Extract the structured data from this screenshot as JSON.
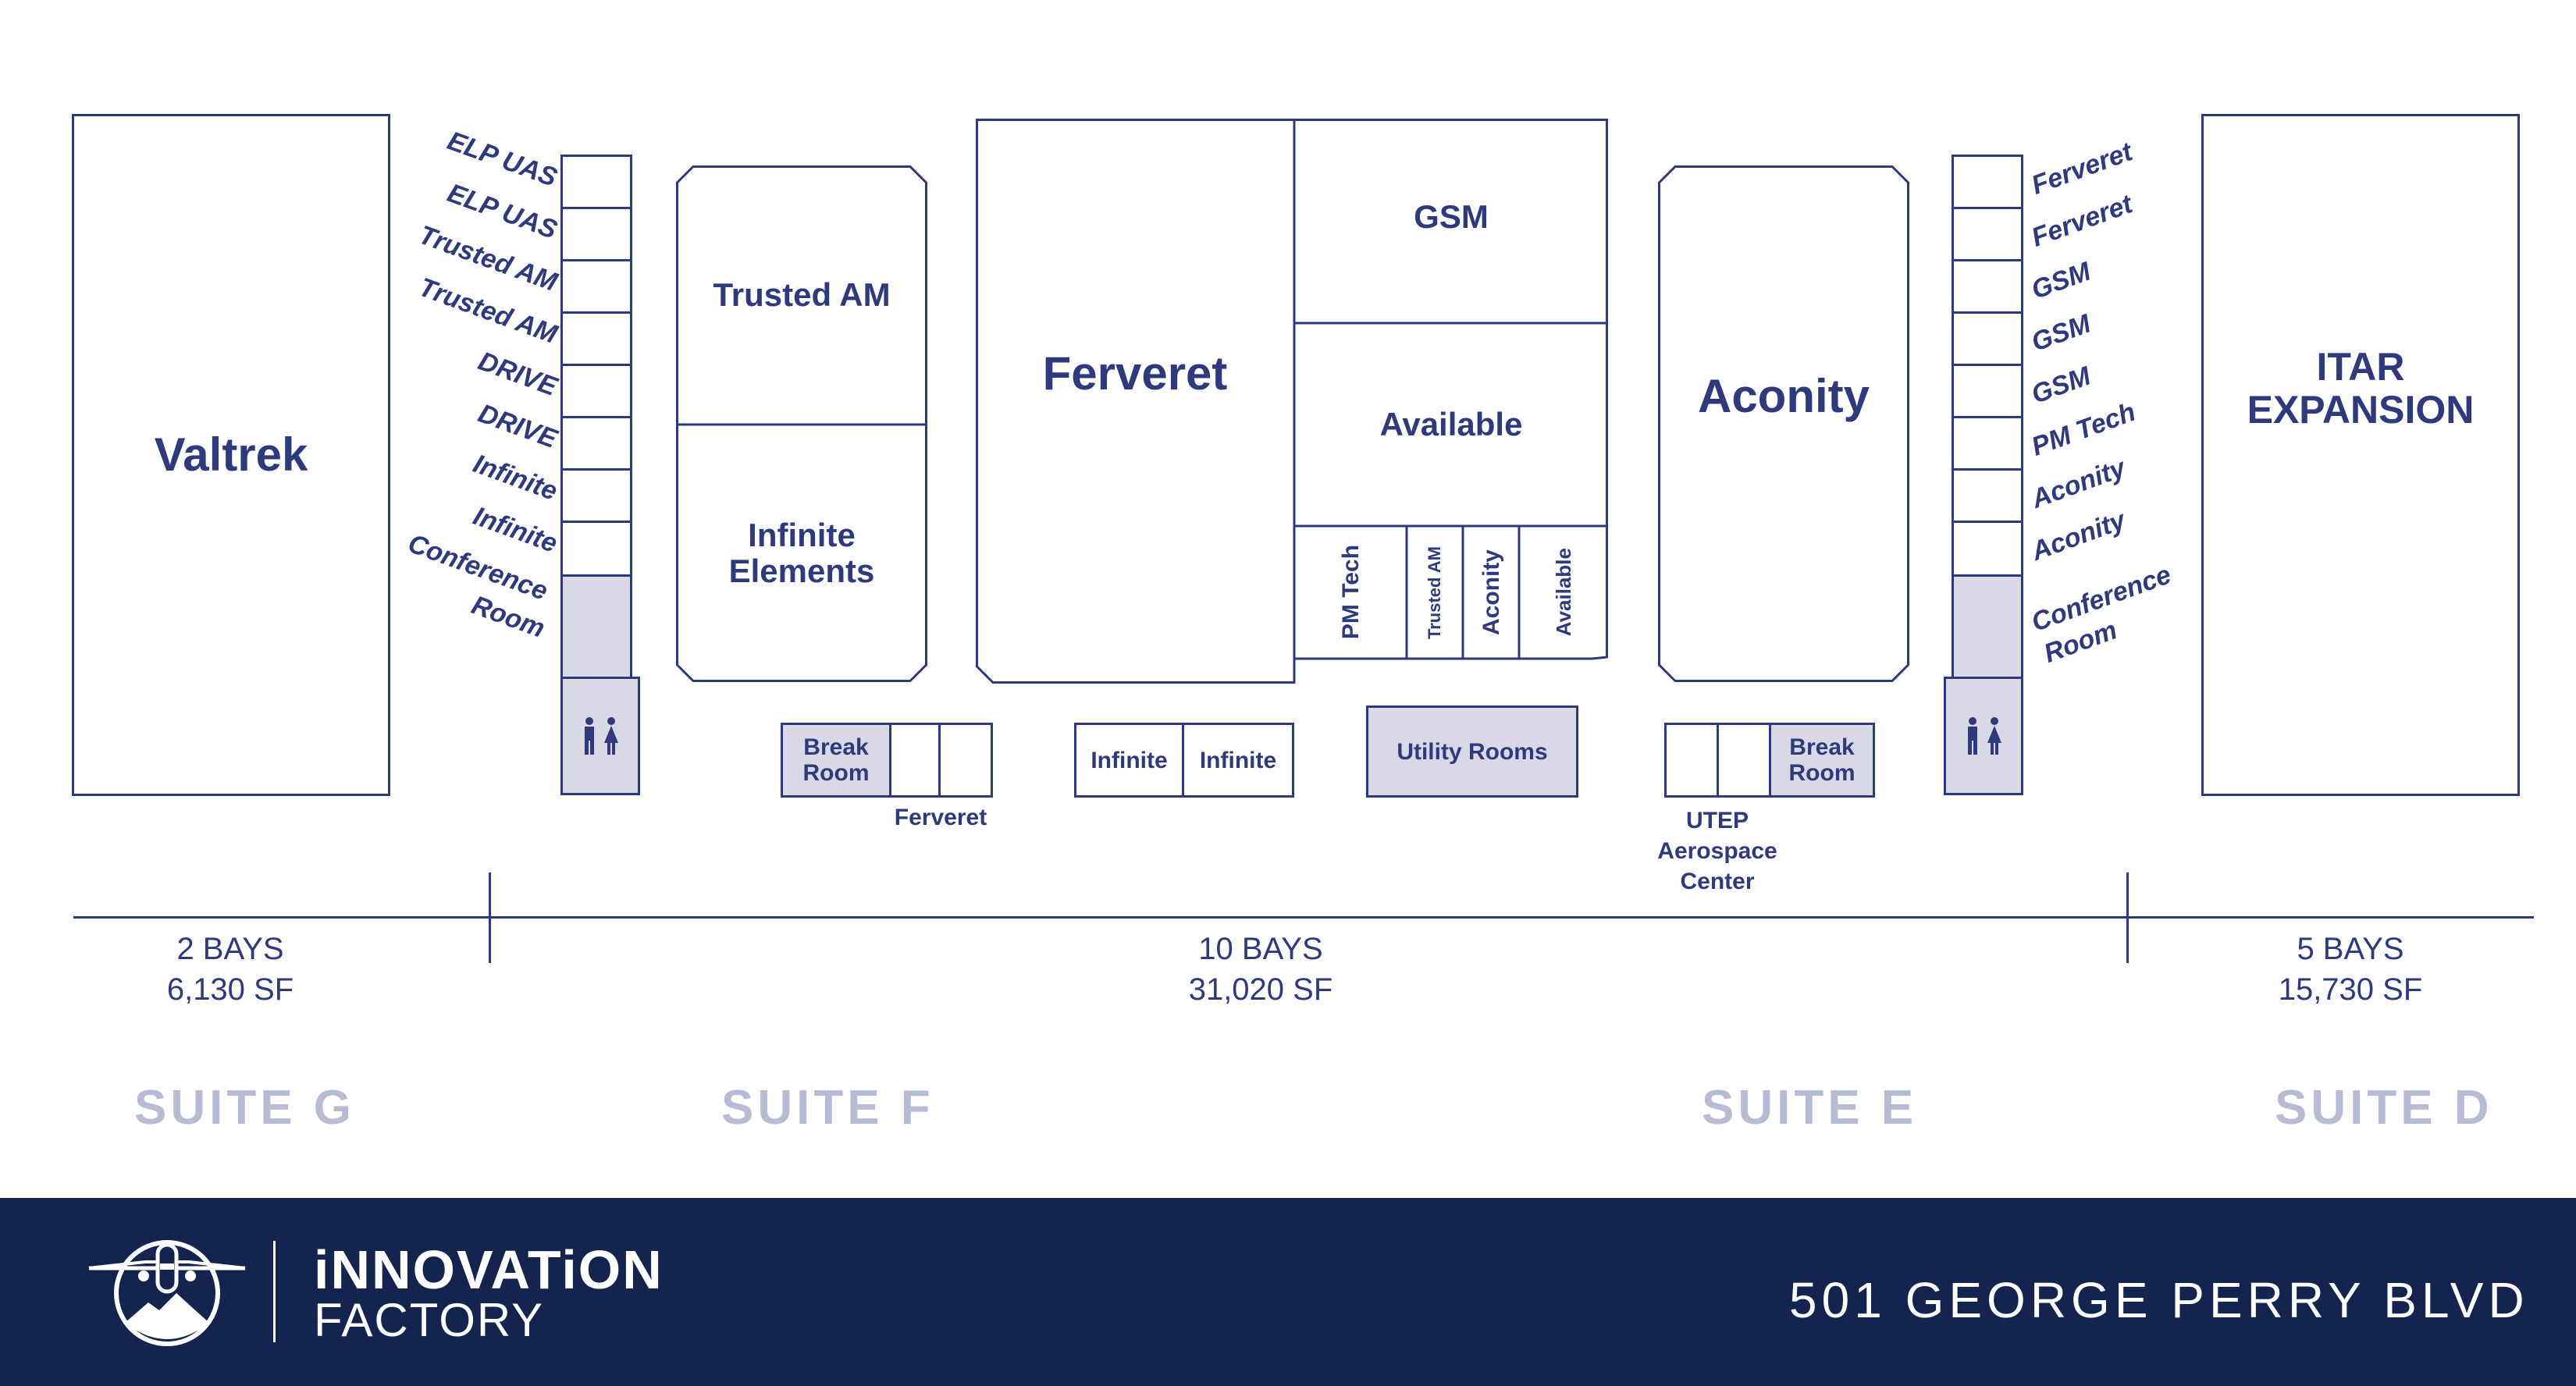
{
  "suites": {
    "g": {
      "label": "SUITE G",
      "bays": "2 BAYS",
      "area": "6,130 SF"
    },
    "f": {
      "label": "SUITE F",
      "bays": "10 BAYS",
      "area": "31,020 SF"
    },
    "e": {
      "label": "SUITE E"
    },
    "d": {
      "label": "SUITE D",
      "bays": "5 BAYS",
      "area": "15,730 SF"
    }
  },
  "rooms": {
    "valtrek": "Valtrek",
    "trusted_am": "Trusted AM",
    "infinite_elements_line1": "Infinite",
    "infinite_elements_line2": "Elements",
    "ferveret": "Ferveret",
    "gsm": "GSM",
    "available": "Available",
    "aconity": "Aconity",
    "itar_line1": "ITAR",
    "itar_line2": "EXPANSION",
    "small_pm_tech": "PM Tech",
    "small_trusted_am": "Trusted AM",
    "small_aconity": "Aconity",
    "small_available": "Available",
    "infinite_a": "Infinite",
    "infinite_b": "Infinite",
    "utility_rooms": "Utility Rooms",
    "break_room_left_line1": "Break",
    "break_room_left_line2": "Room",
    "break_room_right_line1": "Break",
    "break_room_right_line2": "Room"
  },
  "notes": {
    "ferveret_small": "Ferveret",
    "utep_line1": "UTEP",
    "utep_line2": "Aerospace",
    "utep_line3": "Center"
  },
  "left_stack_labels": [
    "ELP UAS",
    "ELP UAS",
    "Trusted AM",
    "Trusted AM",
    "DRIVE",
    "DRIVE",
    "Infinite",
    "Infinite"
  ],
  "left_conference": {
    "line1": "Conference",
    "line2": "Room"
  },
  "right_stack_labels": [
    "Ferveret",
    "Ferveret",
    "GSM",
    "GSM",
    "GSM",
    "PM Tech",
    "Aconity",
    "Aconity"
  ],
  "right_conference": {
    "line1": "Conference",
    "line2": "Room"
  },
  "icons": {
    "restroom": "restroom-icon",
    "logo": "airplane-mountain-logo-icon"
  },
  "footer": {
    "brand_line1": "iNNOVATiON",
    "brand_line2": "FACTORY",
    "address": "501 GEORGE PERRY BLVD"
  },
  "colors": {
    "primary": "#2f3a7d",
    "shaded": "#d8d8e6",
    "suite_text": "#b8bbd4",
    "footer_bg": "#14244f"
  }
}
